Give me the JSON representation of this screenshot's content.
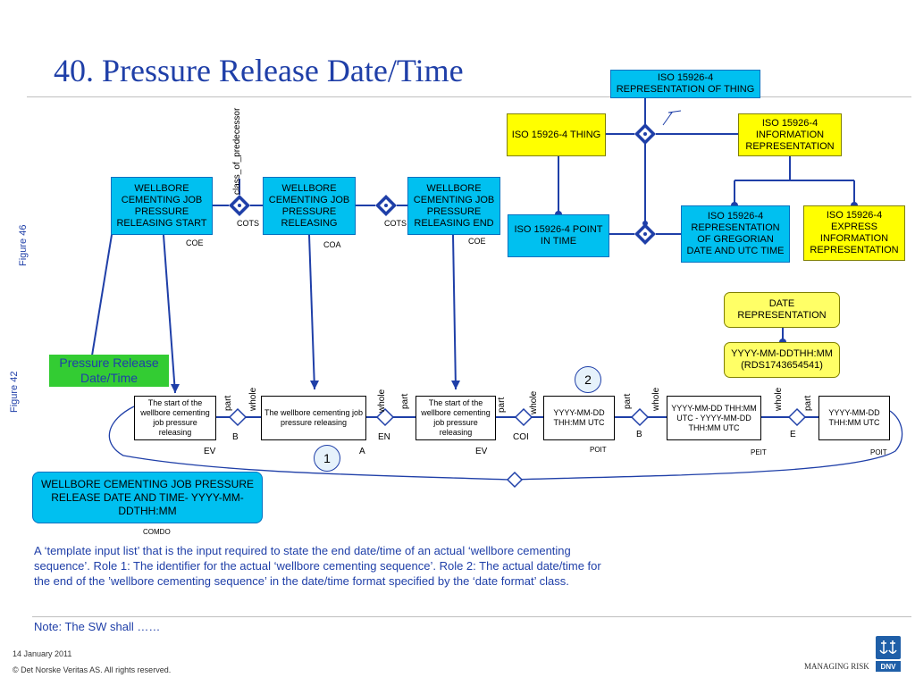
{
  "title": "40. Pressure Release Date/Time",
  "top_box": "ISO 15926-4 REPRESENTATION OF THING",
  "iso_thing": "ISO 15926-4 THING",
  "iso_info": "ISO 15926-4 INFORMATION REPRESENTATION",
  "iso_point": "ISO 15926-4 POINT IN TIME",
  "iso_greg": "ISO 15926-4 REPRESENTATION OF GREGORIAN DATE AND UTC TIME",
  "iso_express": "ISO 15926-4 EXPRESS INFORMATION REPRESENTATION",
  "date_rep": "DATE REPRESENTATION",
  "date_val": "YYYY-MM-DDTHH:MM (RDS1743654541)",
  "wb_start": "WELLBORE CEMENTING JOB PRESSURE RELEASING START",
  "wb_mid": "WELLBORE CEMENTING JOB PRESSURE RELEASING",
  "wb_end": "WELLBORE CEMENTING JOB PRESSURE RELEASING END",
  "class_pred": "class_of_predecessor",
  "cots1": "COTS",
  "cots2": "COTS",
  "coe1": "COE",
  "coa": "COA",
  "coe2": "COE",
  "figure46": "Figure 46",
  "figure42": "Figure 42",
  "green_box": "Pressure Release Date/Time",
  "w1": "The start of the wellbore cementing job pressure releasing",
  "w2": "The wellbore cementing job pressure releasing",
  "w3": "The start of the wellbore cementing job pressure releasing",
  "w4": "YYYY-MM-DD THH:MM UTC",
  "w5": "YYYY-MM-DD THH:MM UTC - YYYY-MM-DD THH:MM UTC",
  "w6": "YYYY-MM-DD THH:MM UTC",
  "part": "part",
  "whole": "whole",
  "b1": "B",
  "en": "EN",
  "coi": "COI",
  "b2": "B",
  "e": "E",
  "ev1": "EV",
  "a": "A",
  "ev2": "EV",
  "poit1": "POIT",
  "peit": "PEIT",
  "poit2": "POIT",
  "num1": "1",
  "num2": "2",
  "comdo_box": "WELLBORE CEMENTING JOB PRESSURE RELEASE DATE AND TIME- YYYY-MM-DDTHH:MM",
  "comdo": "COMDO",
  "desc": "A ‘template input list’ that is the input required to state the end date/time of an actual  ‘wellbore cementing sequence’. Role 1: The identifier for the actual ‘wellbore cementing sequence’. Role 2: The actual date/time for the end of the ’wellbore cementing sequence’ in the date/time format specified by the ‘date format’ class.",
  "note": "Note: The SW shall ……",
  "date": "14 January 2011",
  "copyright": "© Det Norske Veritas AS. All rights reserved.",
  "managing_risk": "MANAGING RISK",
  "dnv": "DNV",
  "colors": {
    "title": "#1f3fa8",
    "cyan": "#00c0f0",
    "yellow": "#ffff00",
    "green": "#33cc33",
    "line": "#1f3fa8"
  }
}
